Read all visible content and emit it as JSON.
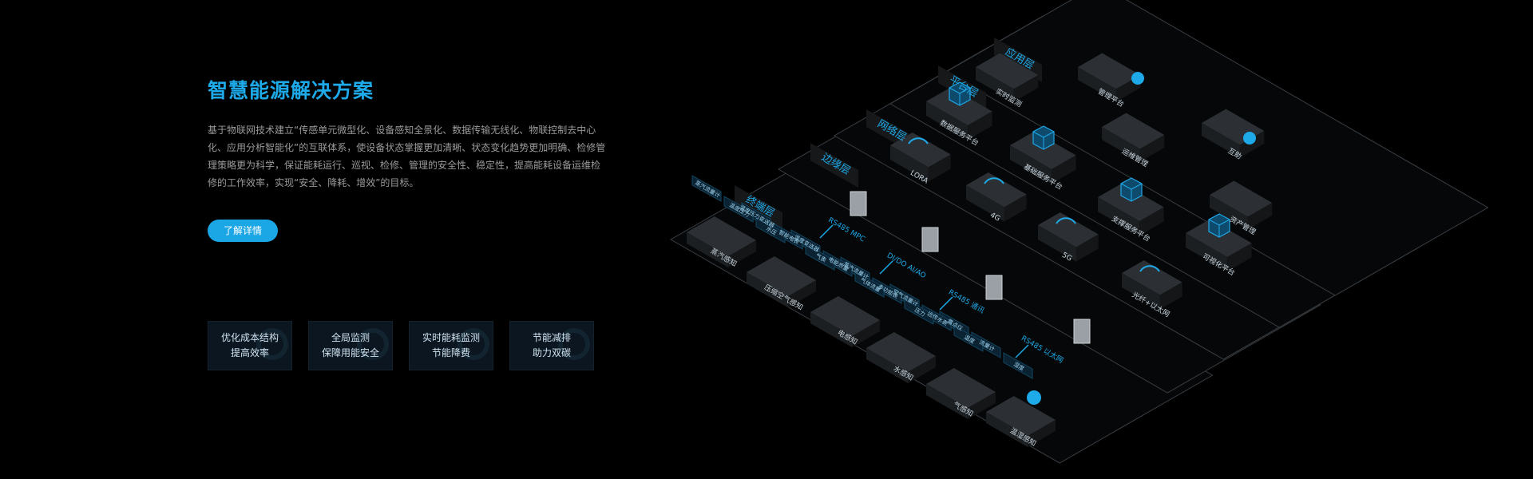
{
  "hero": {
    "title": "智慧能源解决方案",
    "description": "基于物联网技术建立“传感单元微型化、设备感知全景化、数据传输无线化、物联控制去中心化、应用分析智能化”的互联体系，使设备状态掌握更加清晰、状态变化趋势更加明确、检修管理策略更为科学，保证能耗运行、巡视、检修、管理的安全性、稳定性，提高能耗设备运维检修的工作效率，实现“安全、降耗、增效”的目标。",
    "button_label": "了解详情"
  },
  "benefits": [
    {
      "line1": "优化成本结构",
      "line2": "提高效率"
    },
    {
      "line1": "全局监测",
      "line2": "保障用能安全"
    },
    {
      "line1": "实时能耗监测",
      "line2": "节能降费"
    },
    {
      "line1": "节能减排",
      "line2": "助力双碳"
    }
  ],
  "diagram": {
    "layers": {
      "app": "应用层",
      "platform": "平台层",
      "network": "网络层",
      "edge": "边缘层",
      "terminal": "终端层"
    },
    "app_modules": [
      "实时监测",
      "管理平台",
      "运维管理",
      "互助",
      "资产管理"
    ],
    "platform_modules": [
      "数据服务平台",
      "基础服务平台",
      "支撑服务平台",
      "可视化平台"
    ],
    "network_modules": [
      "LORA",
      "4G",
      "5G",
      "光纤+以太网"
    ],
    "edge_protocols": [
      "RS485 MPC",
      "DI/DO AI/AO",
      "RS485 通讯",
      "RS485 以太网"
    ],
    "terminal_groups": [
      "蒸汽感知",
      "压缩空气感知",
      "电感知",
      "水感知",
      "气感知",
      "温湿感知"
    ],
    "terminal_items": [
      "蒸汽流量计",
      "温度压力变送器",
      "温度变送器",
      "蒸汽流量计",
      "空气流量计",
      "露点仪",
      "温度压力",
      "智能电表",
      "电能质量",
      "多功能表",
      "远传水表",
      "流量计",
      "水压",
      "气表",
      "气体流量",
      "压力",
      "温度",
      "湿度"
    ]
  },
  "colors": {
    "accent": "#1ea9e8",
    "button": "#1ba6e6",
    "text_muted": "#9a9a9a",
    "panel": "#0b1620"
  }
}
